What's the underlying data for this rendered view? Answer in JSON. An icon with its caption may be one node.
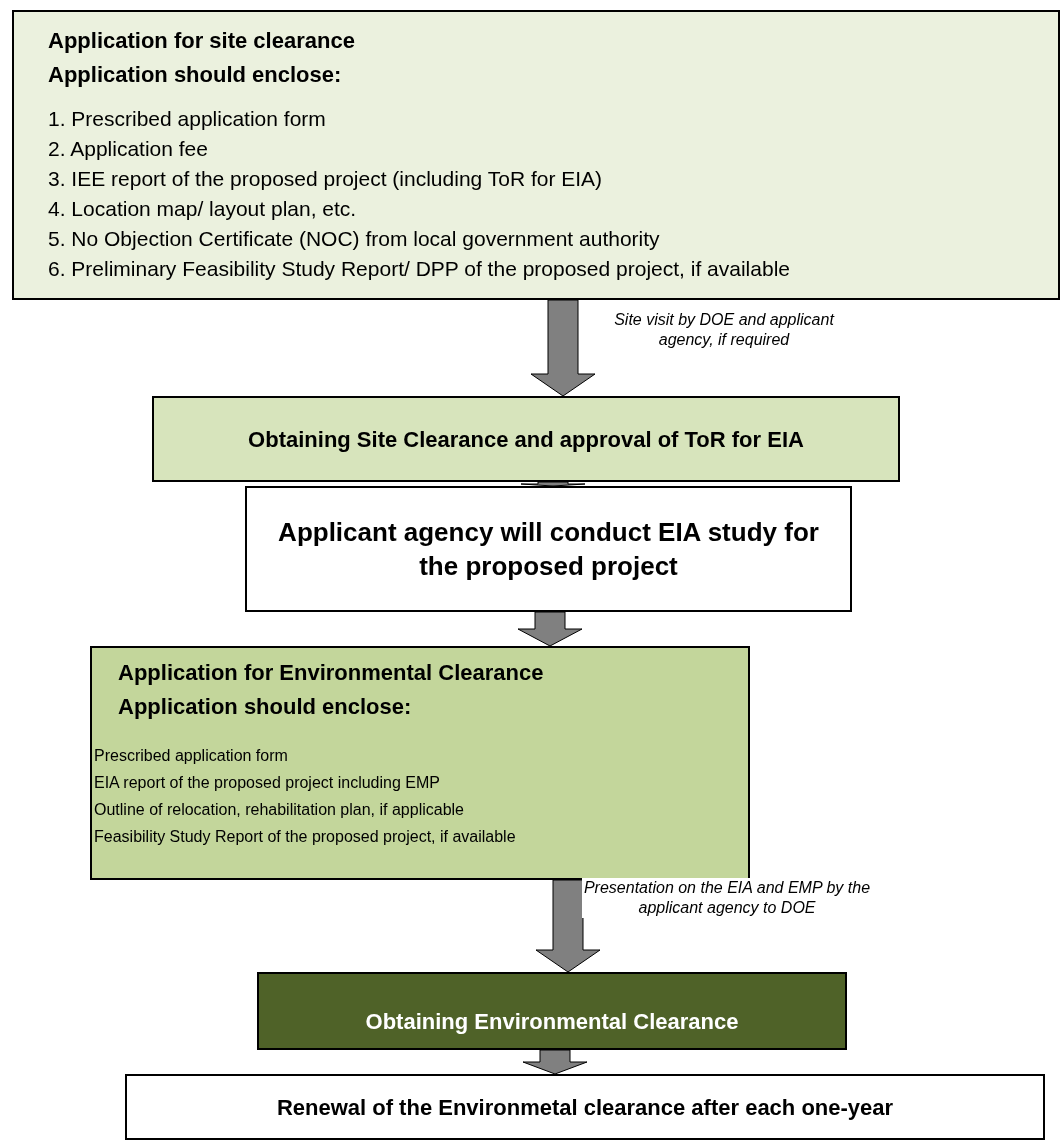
{
  "diagram": {
    "nodes": [
      {
        "text": [
          "Application for site clearance",
          "Application should enclose:",
          "1. Prescribed application form",
          "2. Application fee",
          "3. IEE report of the proposed project (including ToR for EIA)",
          "4. Location map/ layout plan, etc.",
          "5. No Objection Certificate (NOC) from local government authority",
          "6. Preliminary Feasibility Study Report/ DPP of the proposed project, if available"
        ]
      },
      {
        "text": [
          "Obtaining Site Clearance and approval of ToR for EIA"
        ]
      },
      {
        "text": [
          "Applicant agency will conduct EIA study for the proposed project"
        ]
      },
      {
        "text": [
          "Application for Environmental Clearance",
          "Application should enclose:",
          "Prescribed application form",
          "EIA report of the proposed project including EMP",
          "Outline of relocation, rehabilitation plan, if applicable",
          "Feasibility Study Report of the proposed project, if available"
        ]
      },
      {
        "text": [
          "Obtaining Environmental Clearance"
        ]
      },
      {
        "text": [
          "Renewal of the Environmetal clearance after each one-year"
        ]
      }
    ],
    "edges": [
      {
        "from": 0,
        "to": 1,
        "arrow": "to",
        "label": "Site visit by DOE and applicant agency, if required"
      },
      {
        "from": 1,
        "to": 2,
        "arrow": "to"
      },
      {
        "from": 2,
        "to": 3,
        "arrow": "to"
      },
      {
        "from": 3,
        "to": 4,
        "arrow": "to",
        "label": "Presentation on the EIA and EMP by the applicant agency to DOE"
      },
      {
        "from": 4,
        "to": 5,
        "arrow": "to"
      }
    ]
  }
}
